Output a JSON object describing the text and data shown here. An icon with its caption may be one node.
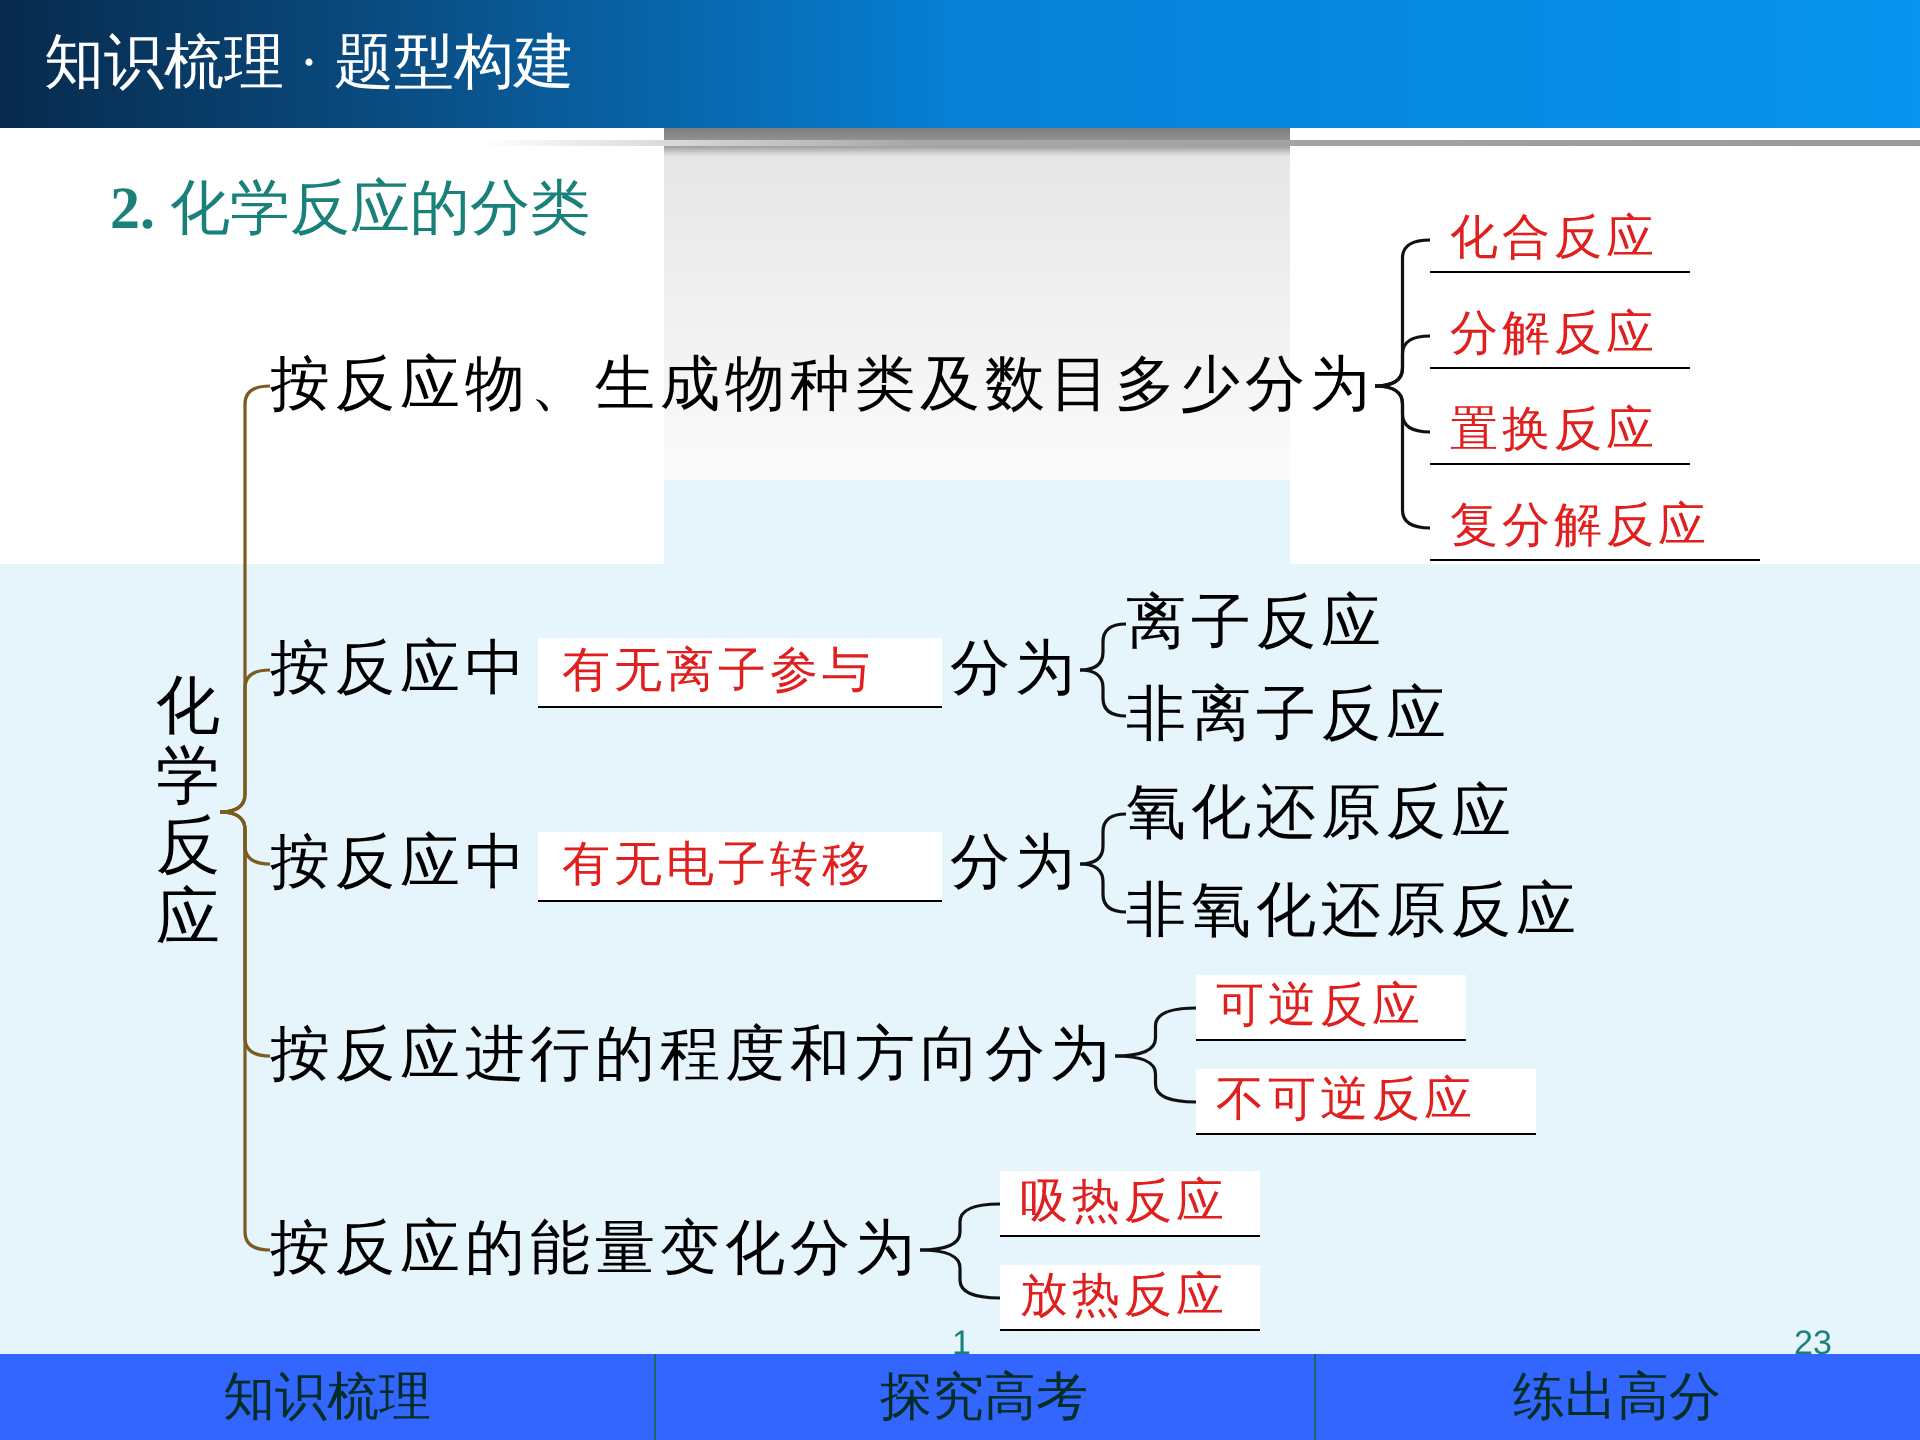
{
  "diagram": {
    "title": "**2.** 化学反应的分类",
    "nodes": [
      {
        "text": [
          "化学反应"
        ]
      },
      {
        "text": [
          "按反应物、生成物种类及数目多少分为"
        ]
      },
      {
        "text": [
          "化合反应"
        ]
      },
      {
        "text": [
          "分解反应"
        ]
      },
      {
        "text": [
          "置换反应"
        ]
      },
      {
        "text": [
          "复分解反应"
        ]
      },
      {
        "text": [
          "按反应中",
          "有无离子参与",
          "分为"
        ]
      },
      {
        "text": [
          "离子反应"
        ]
      },
      {
        "text": [
          "非离子反应"
        ]
      },
      {
        "text": [
          "按反应中",
          "有无电子转移",
          "分为"
        ]
      },
      {
        "text": [
          "氧化还原反应"
        ]
      },
      {
        "text": [
          "非氧化还原反应"
        ]
      },
      {
        "text": [
          "按反应进行的程度和方向分为"
        ]
      },
      {
        "text": [
          "可逆反应"
        ]
      },
      {
        "text": [
          "不可逆反应"
        ]
      },
      {
        "text": [
          "按反应的能量变化分为"
        ]
      },
      {
        "text": [
          "吸热反应"
        ]
      },
      {
        "text": [
          "放热反应"
        ]
      }
    ],
    "edges": [
      {
        "from": 0,
        "to": 1,
        "arrow": "none",
        "color": "#7a5c1e"
      },
      {
        "from": 0,
        "to": 6,
        "arrow": "none",
        "color": "#7a5c1e"
      },
      {
        "from": 0,
        "to": 9,
        "arrow": "none",
        "color": "#7a5c1e"
      },
      {
        "from": 0,
        "to": 12,
        "arrow": "none",
        "color": "#7a5c1e"
      },
      {
        "from": 0,
        "to": 15,
        "arrow": "none",
        "color": "#7a5c1e"
      },
      {
        "from": 1,
        "to": 2,
        "arrow": "none"
      },
      {
        "from": 1,
        "to": 3,
        "arrow": "none"
      },
      {
        "from": 1,
        "to": 4,
        "arrow": "none"
      },
      {
        "from": 1,
        "to": 5,
        "arrow": "none"
      },
      {
        "from": 6,
        "to": 7,
        "arrow": "none"
      },
      {
        "from": 6,
        "to": 8,
        "arrow": "none"
      },
      {
        "from": 9,
        "to": 10,
        "arrow": "none"
      },
      {
        "from": 9,
        "to": 11,
        "arrow": "none"
      },
      {
        "from": 12,
        "to": 13,
        "arrow": "none"
      },
      {
        "from": 12,
        "to": 14,
        "arrow": "none"
      },
      {
        "from": 15,
        "to": 16,
        "arrow": "none"
      },
      {
        "from": 15,
        "to": 17,
        "arrow": "none"
      }
    ],
    "labels": [
      "知识梳理 · 题型构建",
      "1",
      "23",
      "知识梳理",
      "探究高考",
      "练出高分"
    ]
  }
}
